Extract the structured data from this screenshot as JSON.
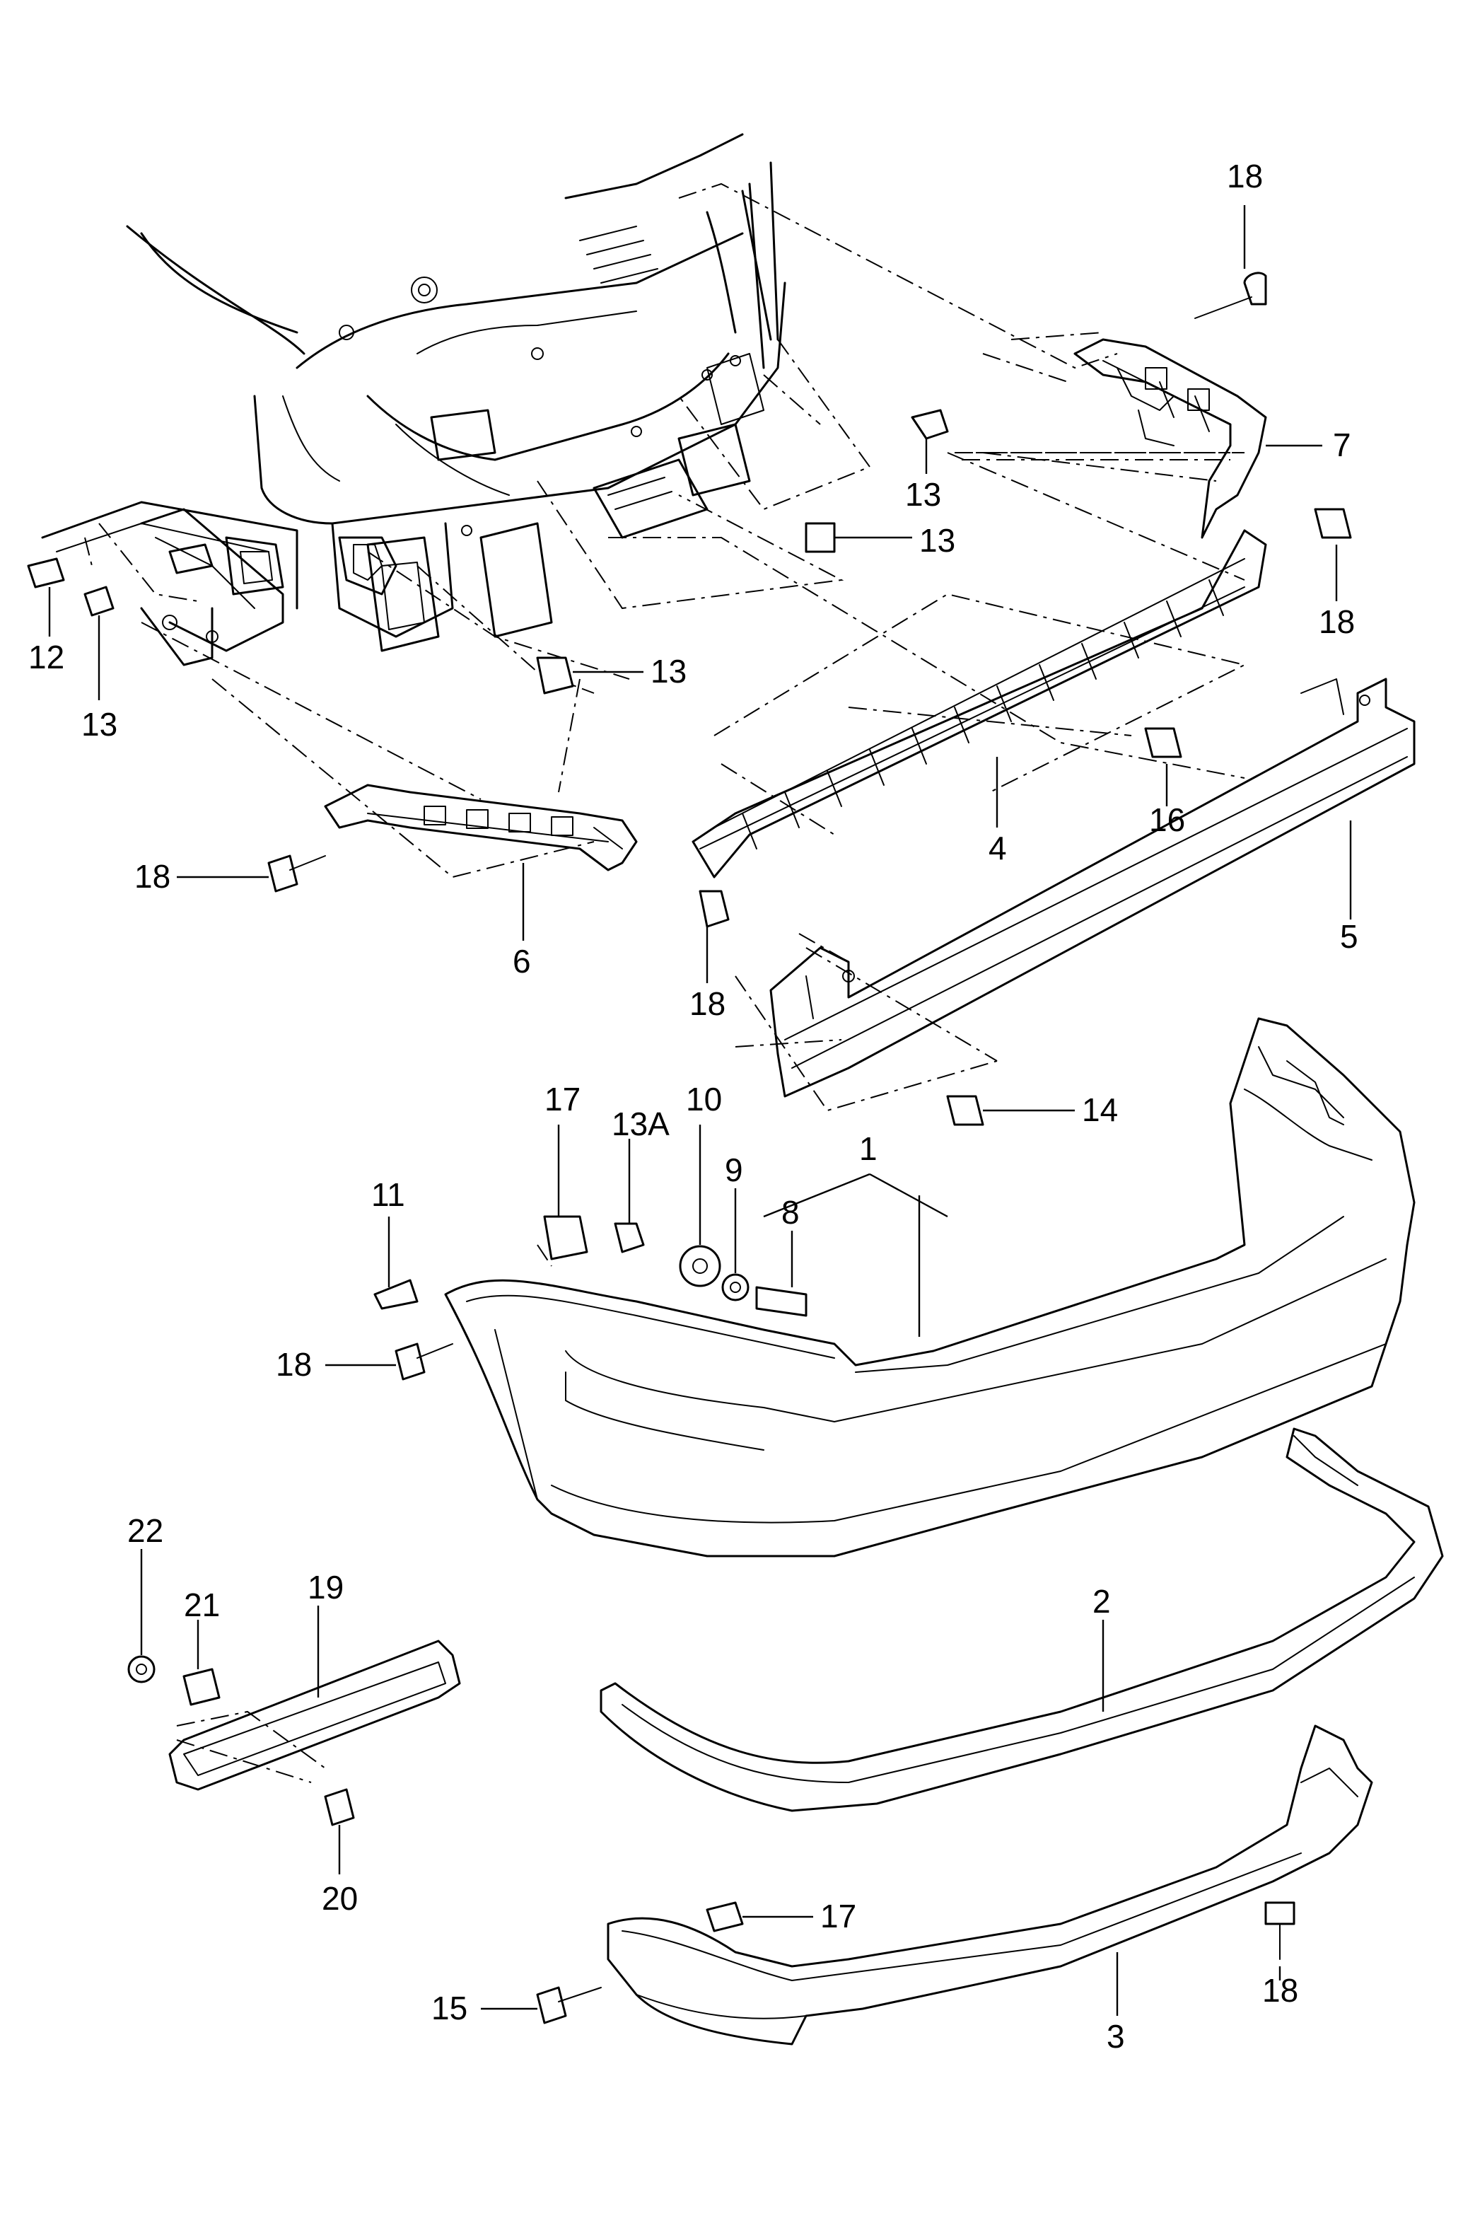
{
  "labels": {
    "p1": "1",
    "p2": "2",
    "p3": "3",
    "p4": "4",
    "p5": "5",
    "p6": "6",
    "p7": "7",
    "p8": "8",
    "p9": "9",
    "p10": "10",
    "p11": "11",
    "p12": "12",
    "p13a": "13",
    "p13b": "13",
    "p13c": "13",
    "p13d": "13",
    "p13A": "13A",
    "p14": "14",
    "p15": "15",
    "p16": "16",
    "p17a": "17",
    "p17b": "17",
    "p18a": "18",
    "p18b": "18",
    "p18c": "18",
    "p18d": "18",
    "p18e": "18",
    "p18f": "18",
    "p19": "19",
    "p20": "20",
    "p21": "21",
    "p22": "22"
  }
}
